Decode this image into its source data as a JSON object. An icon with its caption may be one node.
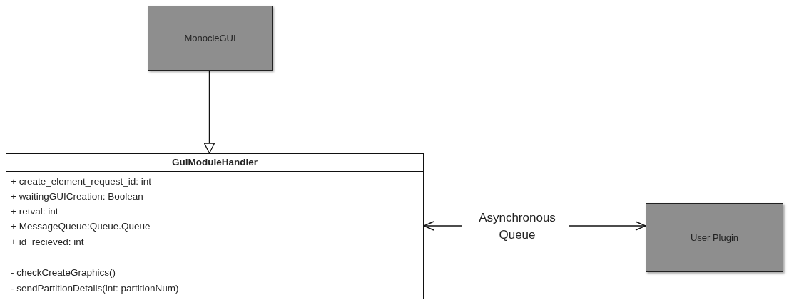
{
  "diagram": {
    "nodes": [
      {
        "text": [
          "MonocleGUI"
        ]
      },
      {
        "text": [
          "GuiModuleHandler",
          "+ create_element_request_id: int",
          "+ waitingGUICreation: Boolean",
          "+ retval: int",
          "+ MessageQueue:Queue.Queue",
          "+ id_recieved: int",
          "- checkCreateGraphics()",
          "- sendPartitionDetails(int: partitionNum)"
        ]
      },
      {
        "text": [
          "User Plugin"
        ]
      },
      {
        "text": [
          "Asynchronous Queue"
        ]
      }
    ],
    "edges": [
      {
        "from": 0,
        "to": 1,
        "arrow": "to"
      },
      {
        "from": 3,
        "to": 1,
        "arrow": "to"
      },
      {
        "from": 3,
        "to": 2,
        "arrow": "to"
      }
    ]
  }
}
